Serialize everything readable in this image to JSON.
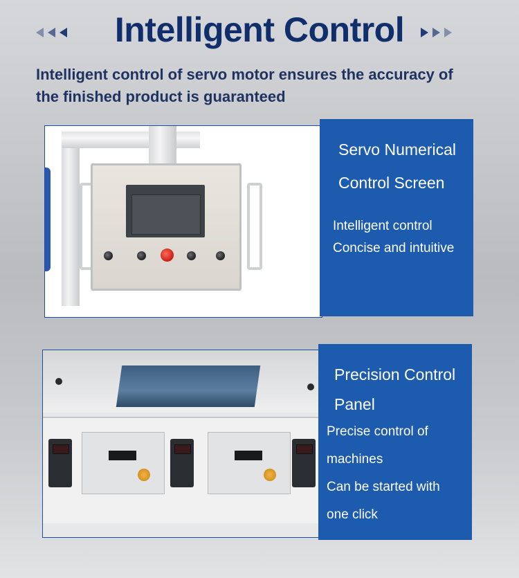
{
  "header": {
    "title": "Intelligent Control",
    "subtitle": "Intelligent control of servo motor ensures the accuracy of the finished product is guaranteed"
  },
  "panel1": {
    "title_line1": "Servo Numerical",
    "title_line2": "Control Screen",
    "text_line1": "Intelligent control",
    "text_line2": "Concise and intuitive"
  },
  "panel2": {
    "title_line1": "Precision Control",
    "title_line2": "Panel",
    "text_line1": "Precise control of",
    "text_line2": "machines",
    "text_line3": "Can be started with",
    "text_line4": "one click"
  },
  "colors": {
    "title": "#0f2e6b",
    "box_blue": "#1d5bae",
    "background": "#c3c5c8"
  }
}
